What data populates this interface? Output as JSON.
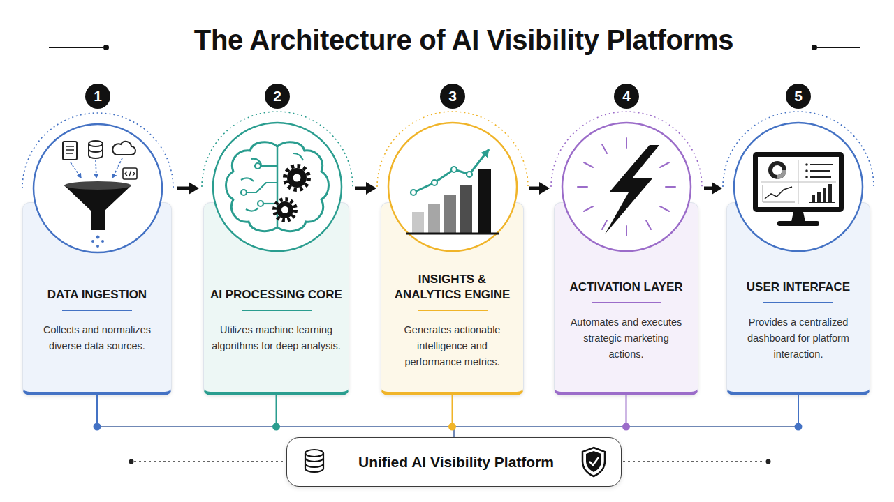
{
  "diagram": {
    "title": "The Architecture of AI Visibility Platforms",
    "nodes": [
      {
        "text": [
          "DATA INGESTION",
          "Collects and normalizes diverse data sources."
        ]
      },
      {
        "text": [
          "AI PROCESSING CORE",
          "Utilizes machine learning algorithms for deep analysis."
        ]
      },
      {
        "text": [
          "INSIGHTS & ANALYTICS ENGINE",
          "Generates actionable intelligence and performance metrics."
        ]
      },
      {
        "text": [
          "ACTIVATION LAYER",
          "Automates and executes strategic marketing actions."
        ]
      },
      {
        "text": [
          "USER INTERFACE",
          "Provides a centralized dashboard for platform interaction."
        ]
      },
      {
        "text": [
          "Unified AI Visibility Platform"
        ]
      }
    ],
    "edges": [
      {
        "from": 0,
        "to": 1,
        "arrow": "to"
      },
      {
        "from": 1,
        "to": 2,
        "arrow": "to"
      },
      {
        "from": 2,
        "to": 3,
        "arrow": "to"
      },
      {
        "from": 3,
        "to": 4,
        "arrow": "to"
      },
      {
        "from": 0,
        "to": 5,
        "arrow": "none"
      },
      {
        "from": 1,
        "to": 5,
        "arrow": "none"
      },
      {
        "from": 2,
        "to": 5,
        "arrow": "none"
      },
      {
        "from": 3,
        "to": 5,
        "arrow": "none"
      },
      {
        "from": 4,
        "to": 5,
        "arrow": "none"
      }
    ],
    "labels": [
      "1",
      "2",
      "3",
      "4",
      "5"
    ]
  }
}
